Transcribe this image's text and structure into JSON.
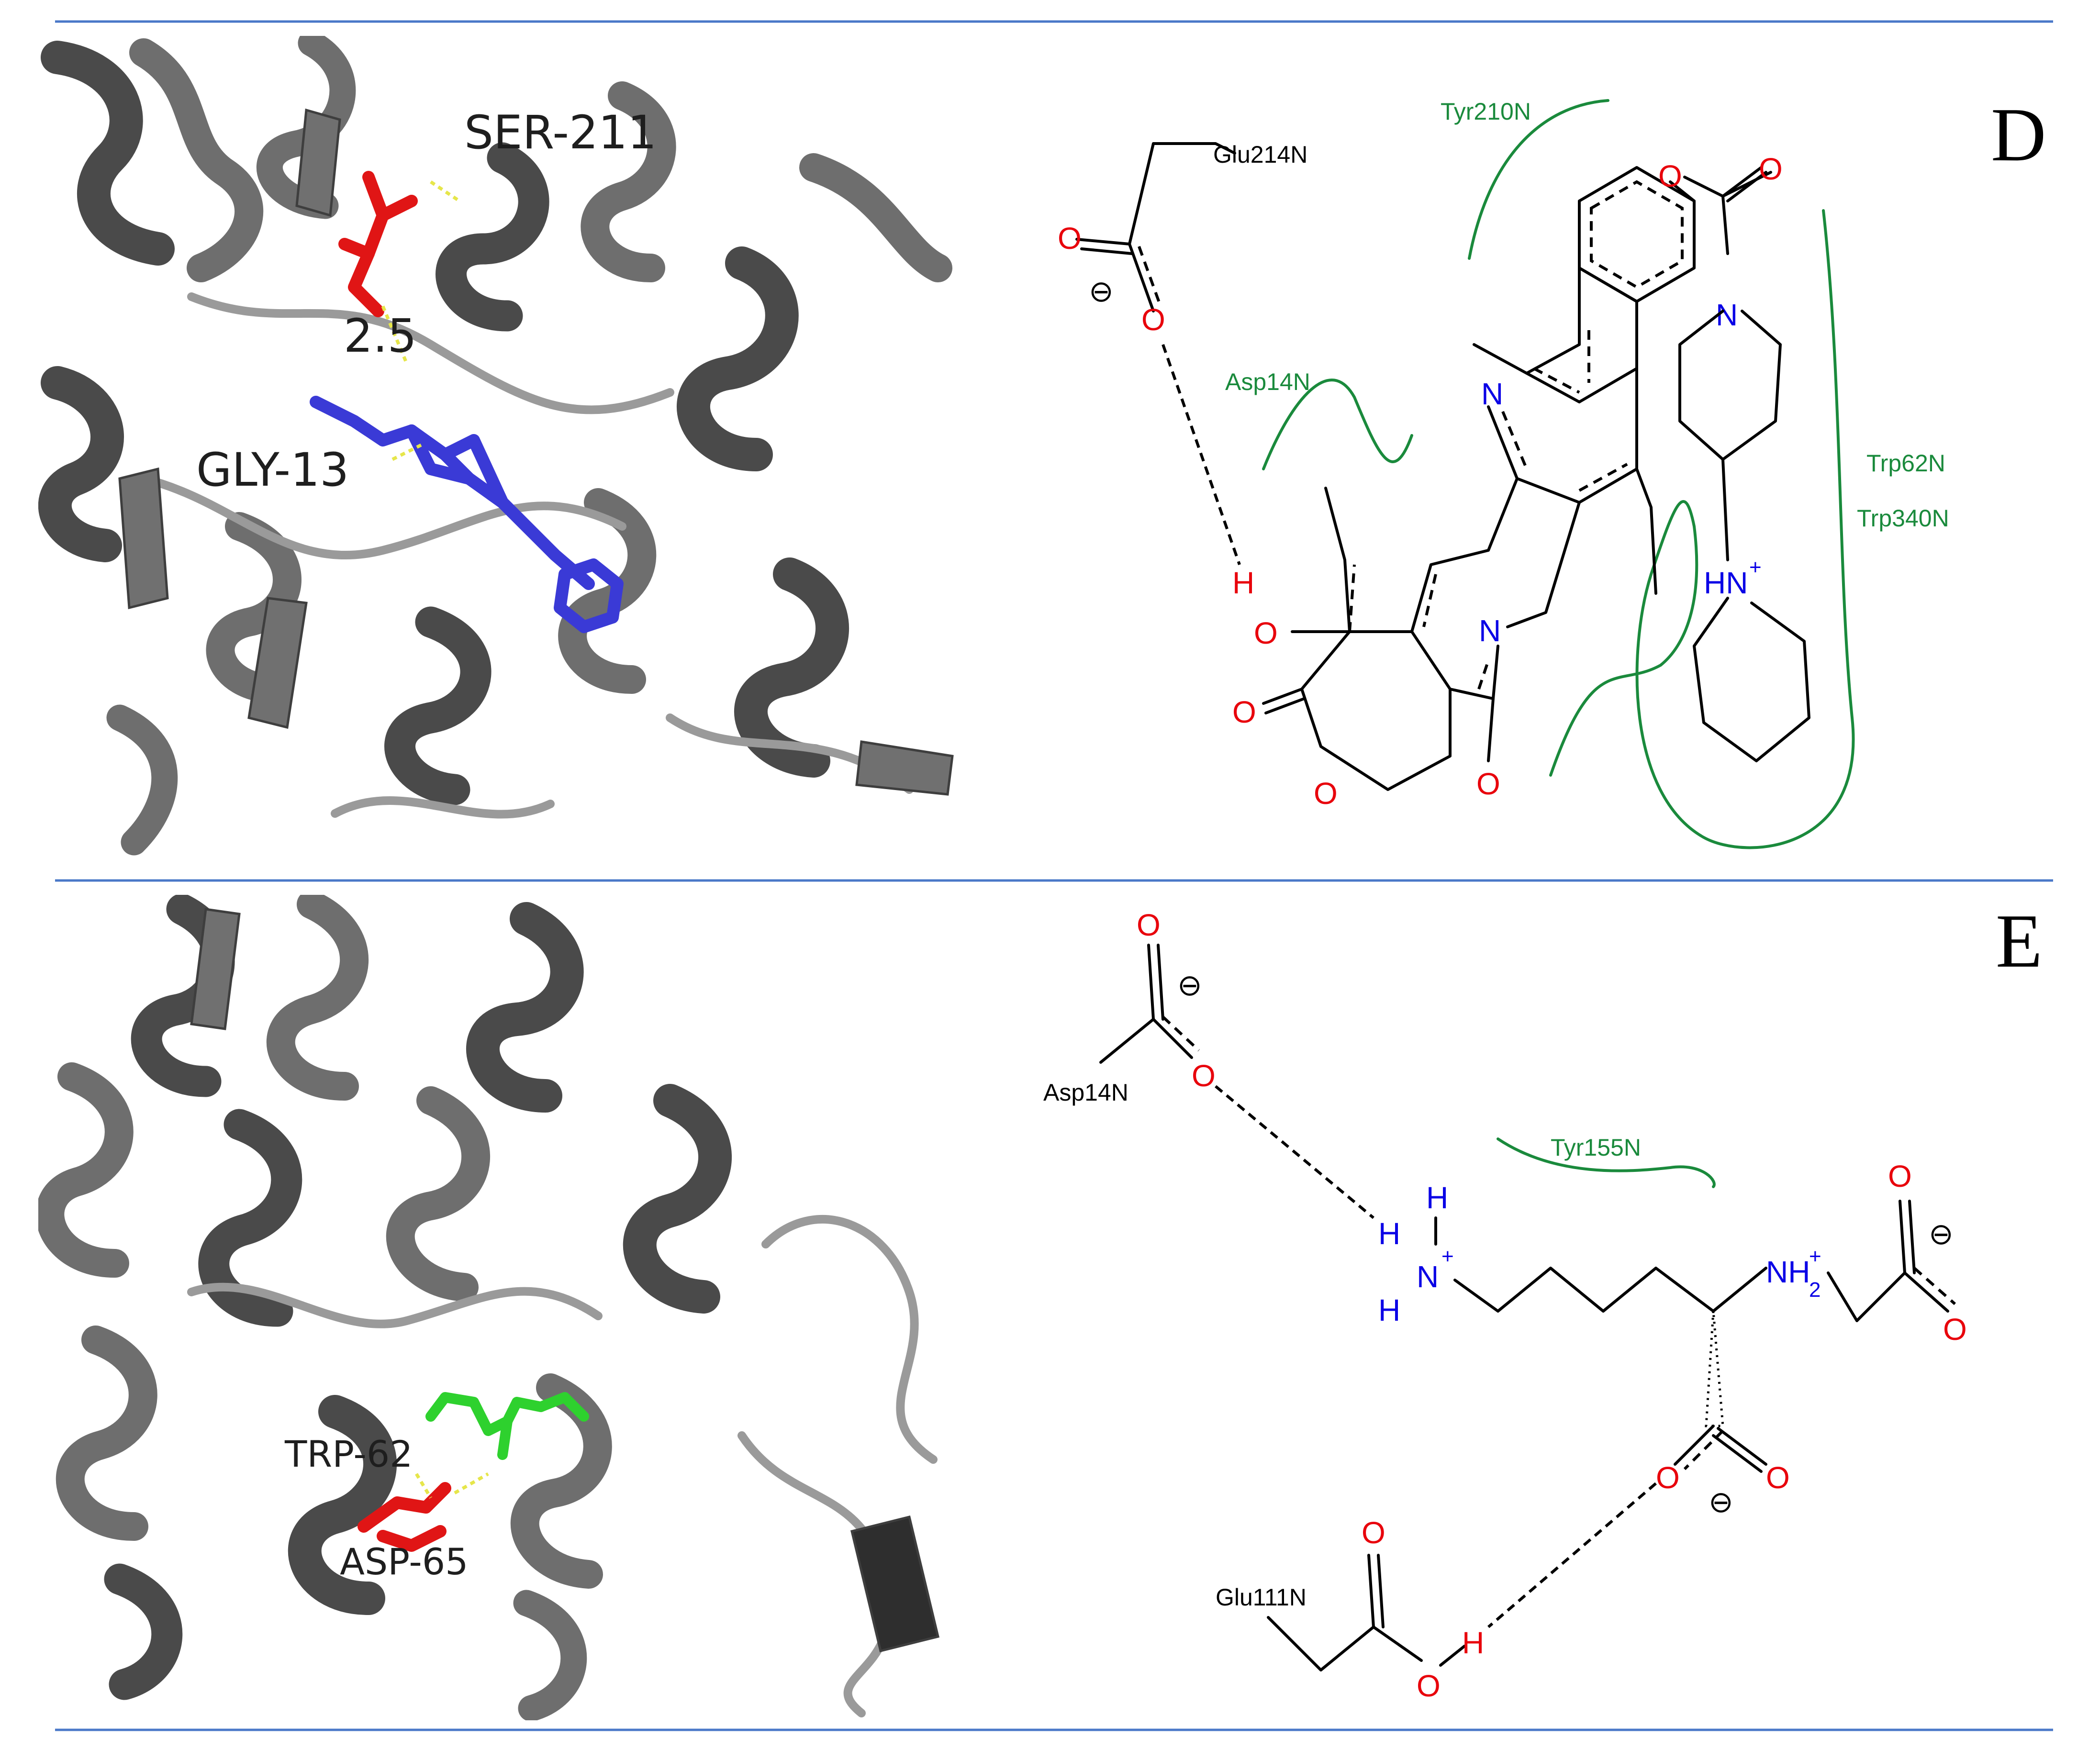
{
  "panel_d": {
    "letter": "D",
    "structure_labels": {
      "res1": "SER-211",
      "res2": "GLY-13",
      "distance": "2.5"
    },
    "residues": {
      "glu": "Glu214N",
      "tyr": "Tyr210N",
      "asp": "Asp14N",
      "trp1": "Trp62N",
      "trp2": "Trp340N"
    },
    "atoms": {
      "hydroxyl_H": "H",
      "ring_N": "N",
      "pip_N": "N",
      "hn_plus": "HN",
      "plus": "+"
    },
    "charges": {
      "minus": "⊖"
    }
  },
  "panel_e": {
    "letter": "E",
    "structure_labels": {
      "res1": "TRP-62",
      "res2": "ASP-65"
    },
    "residues": {
      "asp": "Asp14N",
      "tyr": "Tyr155N",
      "glu": "Glu111N"
    },
    "atoms": {
      "H": "H",
      "N": "N",
      "plus": "+",
      "NH2_N": "NH",
      "NH2_sub": "2",
      "NH2_plus": "+"
    },
    "charges": {
      "minus": "⊖"
    }
  },
  "colors": {
    "oxygen": "#e8000b",
    "nitrogen": "#0a00e6",
    "contact": "#1a8a3c",
    "rule": "#4a78c8"
  }
}
